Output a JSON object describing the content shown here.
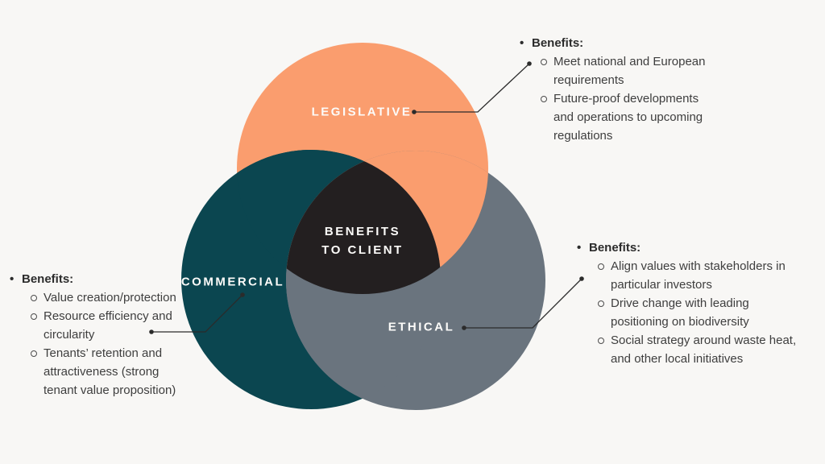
{
  "canvas": {
    "background": "#F8F7F5"
  },
  "venn": {
    "circles": [
      {
        "label": "LEGISLATIVE",
        "color": "#FA9D6E"
      },
      {
        "label": "COMMERCIAL",
        "color": "#0B4650"
      },
      {
        "label": "ETHICAL",
        "color": "#6A747E"
      }
    ],
    "intersection_color": "#231F20",
    "center_label": {
      "line1": "BENEFITS",
      "line2": "TO CLIENT"
    }
  },
  "connectors": {
    "color": "#2B2B2B"
  },
  "bullets": {
    "filled": "•"
  },
  "annotations": {
    "legislative": {
      "header": "Benefits:",
      "items": [
        [
          "Meet national and European",
          "requirements"
        ],
        [
          "Future-proof developments",
          "and operations to upcoming",
          "regulations"
        ]
      ]
    },
    "commercial": {
      "header": "Benefits:",
      "items": [
        [
          "Value creation/protection"
        ],
        [
          "Resource efficiency and",
          "circularity"
        ],
        [
          "Tenants’ retention and",
          "attractiveness (strong",
          "tenant value proposition)"
        ]
      ]
    },
    "ethical": {
      "header": "Benefits:",
      "items": [
        [
          "Align values with stakeholders in",
          "particular investors"
        ],
        [
          "Drive change with leading",
          "positioning on biodiversity"
        ],
        [
          "Social strategy around waste heat,",
          "and other local initiatives"
        ]
      ]
    }
  }
}
